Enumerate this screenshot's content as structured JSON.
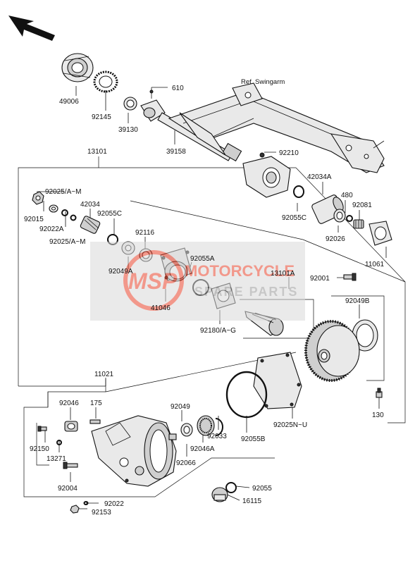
{
  "watermark": {
    "logo_text": "MSP",
    "title": "MOTORCYCLE",
    "subtitle": "SPARE PARTS"
  },
  "reference": {
    "swingarm": "Ref. Swingarm"
  },
  "labels": {
    "p49006": "49006",
    "p92145": "92145",
    "p39130": "39130",
    "p610": "610",
    "p39158": "39158",
    "p13101": "13101",
    "p92210": "92210",
    "p92025_am_a": "92025/A~M",
    "p92015": "92015",
    "p92022a": "92022A",
    "p92025_am_b": "92025/A~M",
    "p42034": "42034",
    "p92055c_a": "92055C",
    "p92116": "92116",
    "p92049a": "92049A",
    "p92055a": "92055A",
    "p41046": "41046",
    "p42034a": "42034A",
    "p92055c_b": "92055C",
    "p480": "480",
    "p92081": "92081",
    "p92026": "92026",
    "p11061": "11061",
    "p13101a": "13101A",
    "p92001": "92001",
    "p92049b": "92049B",
    "p92180": "92180/A~G",
    "p11021": "11021",
    "p92046": "92046",
    "p175": "175",
    "p92150": "92150",
    "p13271": "13271",
    "p92004": "92004",
    "p92049": "92049",
    "p92033": "92033",
    "p92046a": "92046A",
    "p92066": "92066",
    "p92055b": "92055B",
    "p92025nu": "92025N~U",
    "p130": "130",
    "p92022": "92022",
    "p92153": "92153",
    "p92055": "92055",
    "p16115": "16115"
  },
  "colors": {
    "watermark_red": "#e8452e",
    "watermark_gray": "#9a9a9a",
    "watermark_bg": "#d9d9d9"
  },
  "icons": {
    "orientation": "front-arrow-icon"
  }
}
